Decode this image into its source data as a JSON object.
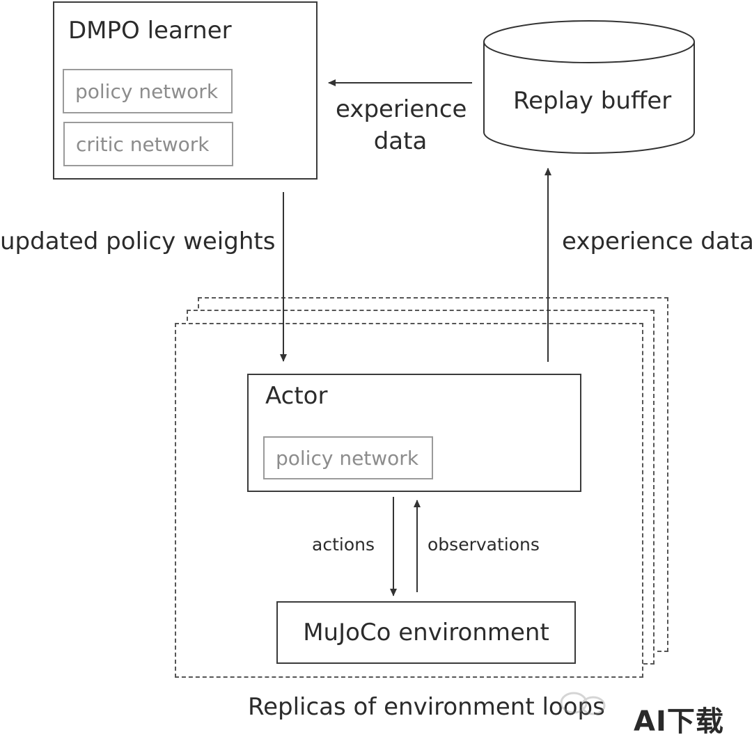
{
  "learner": {
    "title": "DMPO learner",
    "policy_network": "policy network",
    "critic_network": "critic network"
  },
  "replay_buffer": {
    "label": "Replay buffer"
  },
  "arrows": {
    "buffer_to_learner": "experience\ndata",
    "learner_to_actor": "updated policy weights",
    "actor_to_buffer": "experience data",
    "actions": "actions",
    "observations": "observations"
  },
  "actor": {
    "title": "Actor",
    "policy_network": "policy network"
  },
  "environment": {
    "label": "MuJoCo environment"
  },
  "replicas_caption": "Replicas of environment loops",
  "watermark": {
    "text": "AI下载"
  }
}
